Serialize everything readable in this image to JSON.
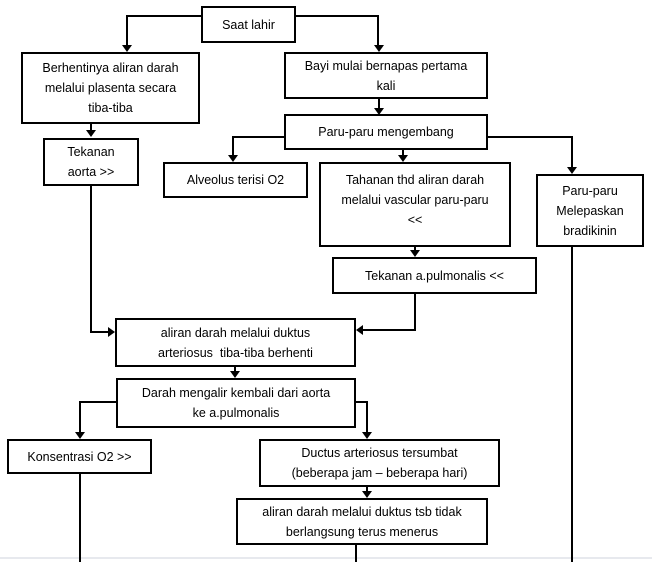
{
  "colors": {
    "line": "#000000",
    "background": "#ffffff",
    "divider": "#e7e9ee"
  },
  "diagram": {
    "type": "flowchart",
    "nodes": {
      "saat_lahir": "Saat lahir",
      "berhentinya": "Berhentinya aliran darah\nmelalui plasenta secara\ntiba-tiba",
      "bayi": "Bayi mulai bernapas pertama\nkali",
      "paru_mengembang": "Paru-paru mengembang",
      "tekanan_aorta": "Tekanan\naorta >>",
      "alveolus": "Alveolus terisi O2",
      "tahanan": "Tahanan thd aliran darah\nmelalui vascular paru-paru\n<<",
      "bradikinin": "Paru-paru\nMelepaskan\nbradikinin",
      "tekanan_pulmonalis": "Tekanan a.pulmonalis <<",
      "aliran_duktus": "aliran darah melalui duktus\narteriosus  tiba-tiba berhenti",
      "darah_mengalir": "Darah mengalir kembali dari aorta\nke a.pulmonalis",
      "konsentrasi": "Konsentrasi O2 >>",
      "ductus_tersumbat": "Ductus arteriosus tersumbat\n(beberapa jam – beberapa hari)",
      "aliran_tsb": "aliran darah melalui duktus tsb tidak\nberlangsung terus menerus"
    },
    "edges": [
      {
        "from": "saat_lahir",
        "to": "berhentinya"
      },
      {
        "from": "saat_lahir",
        "to": "bayi"
      },
      {
        "from": "berhentinya",
        "to": "tekanan_aorta"
      },
      {
        "from": "bayi",
        "to": "paru_mengembang"
      },
      {
        "from": "paru_mengembang",
        "to": "alveolus"
      },
      {
        "from": "paru_mengembang",
        "to": "tahanan"
      },
      {
        "from": "paru_mengembang",
        "to": "bradikinin"
      },
      {
        "from": "tahanan",
        "to": "tekanan_pulmonalis"
      },
      {
        "from": "tekanan_aorta",
        "to": "aliran_duktus"
      },
      {
        "from": "tekanan_pulmonalis",
        "to": "aliran_duktus"
      },
      {
        "from": "aliran_duktus",
        "to": "darah_mengalir"
      },
      {
        "from": "darah_mengalir",
        "to": "konsentrasi"
      },
      {
        "from": "darah_mengalir",
        "to": "ductus_tersumbat"
      },
      {
        "from": "ductus_tersumbat",
        "to": "aliran_tsb"
      },
      {
        "from": "konsentrasi",
        "to": "bottom-edge"
      },
      {
        "from": "bradikinin",
        "to": "bottom-edge"
      },
      {
        "from": "aliran_tsb",
        "to": "bottom-edge"
      }
    ]
  }
}
